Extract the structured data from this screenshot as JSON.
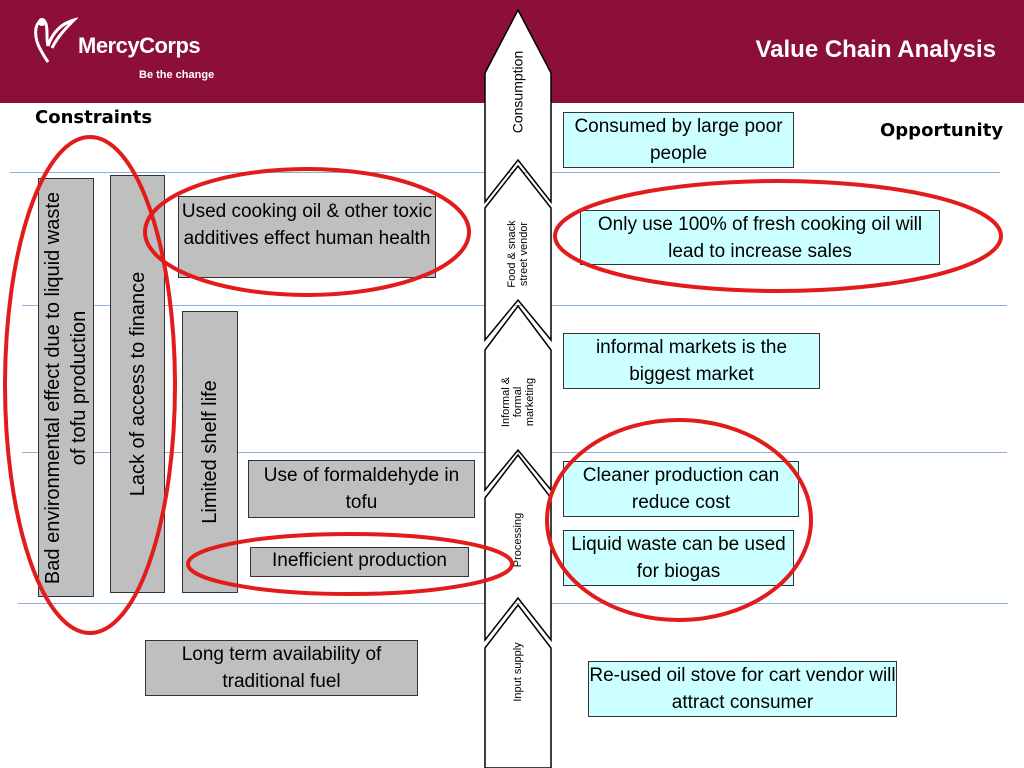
{
  "header": {
    "logo_name": "MercyCorps",
    "logo_tagline": "Be the change",
    "title": "Value Chain Analysis",
    "background": "#8c0f37"
  },
  "headings": {
    "constraints": "Constraints",
    "opportunity": "Opportunity"
  },
  "stages": [
    {
      "label": "Consumption"
    },
    {
      "label": "Food & snack street vendor"
    },
    {
      "label": "Informal & formal marketing"
    },
    {
      "label": "Processing"
    },
    {
      "label": "Input supply"
    }
  ],
  "constraints": {
    "vertical": [
      "Bad  environmental effect  due to liquid waste of tofu production",
      "Lack of access to finance",
      "Limited shelf life"
    ],
    "boxes": [
      "Used cooking oil & other toxic additives effect human health",
      "Use of formaldehyde in tofu",
      "Inefficient production",
      "Long term availability of traditional fuel"
    ]
  },
  "opportunities": [
    "Consumed by large poor people",
    "Only use 100% of fresh cooking oil will lead to increase sales",
    " informal markets is the biggest market",
    "Cleaner production can reduce cost",
    "Liquid waste can be used for biogas",
    "Re-used oil stove for cart vendor will attract consumer"
  ],
  "colors": {
    "constraint_fill": "#bfbfbf",
    "opportunity_fill": "#ccffff",
    "highlight_ellipse": "#e21b1b",
    "separator": "#8fb0d6"
  }
}
